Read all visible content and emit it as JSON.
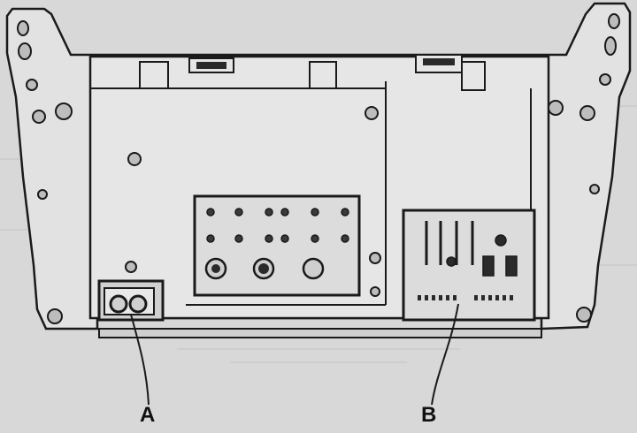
{
  "callouts": {
    "a": {
      "label": "A",
      "target": "power-connector"
    },
    "b": {
      "label": "B",
      "target": "multi-pin-connector-block"
    }
  },
  "colors": {
    "background": "#d8d8d8",
    "line": "#1a1a1a",
    "panel": "#e4e4e4",
    "dark_fill": "#2a2a2a"
  }
}
